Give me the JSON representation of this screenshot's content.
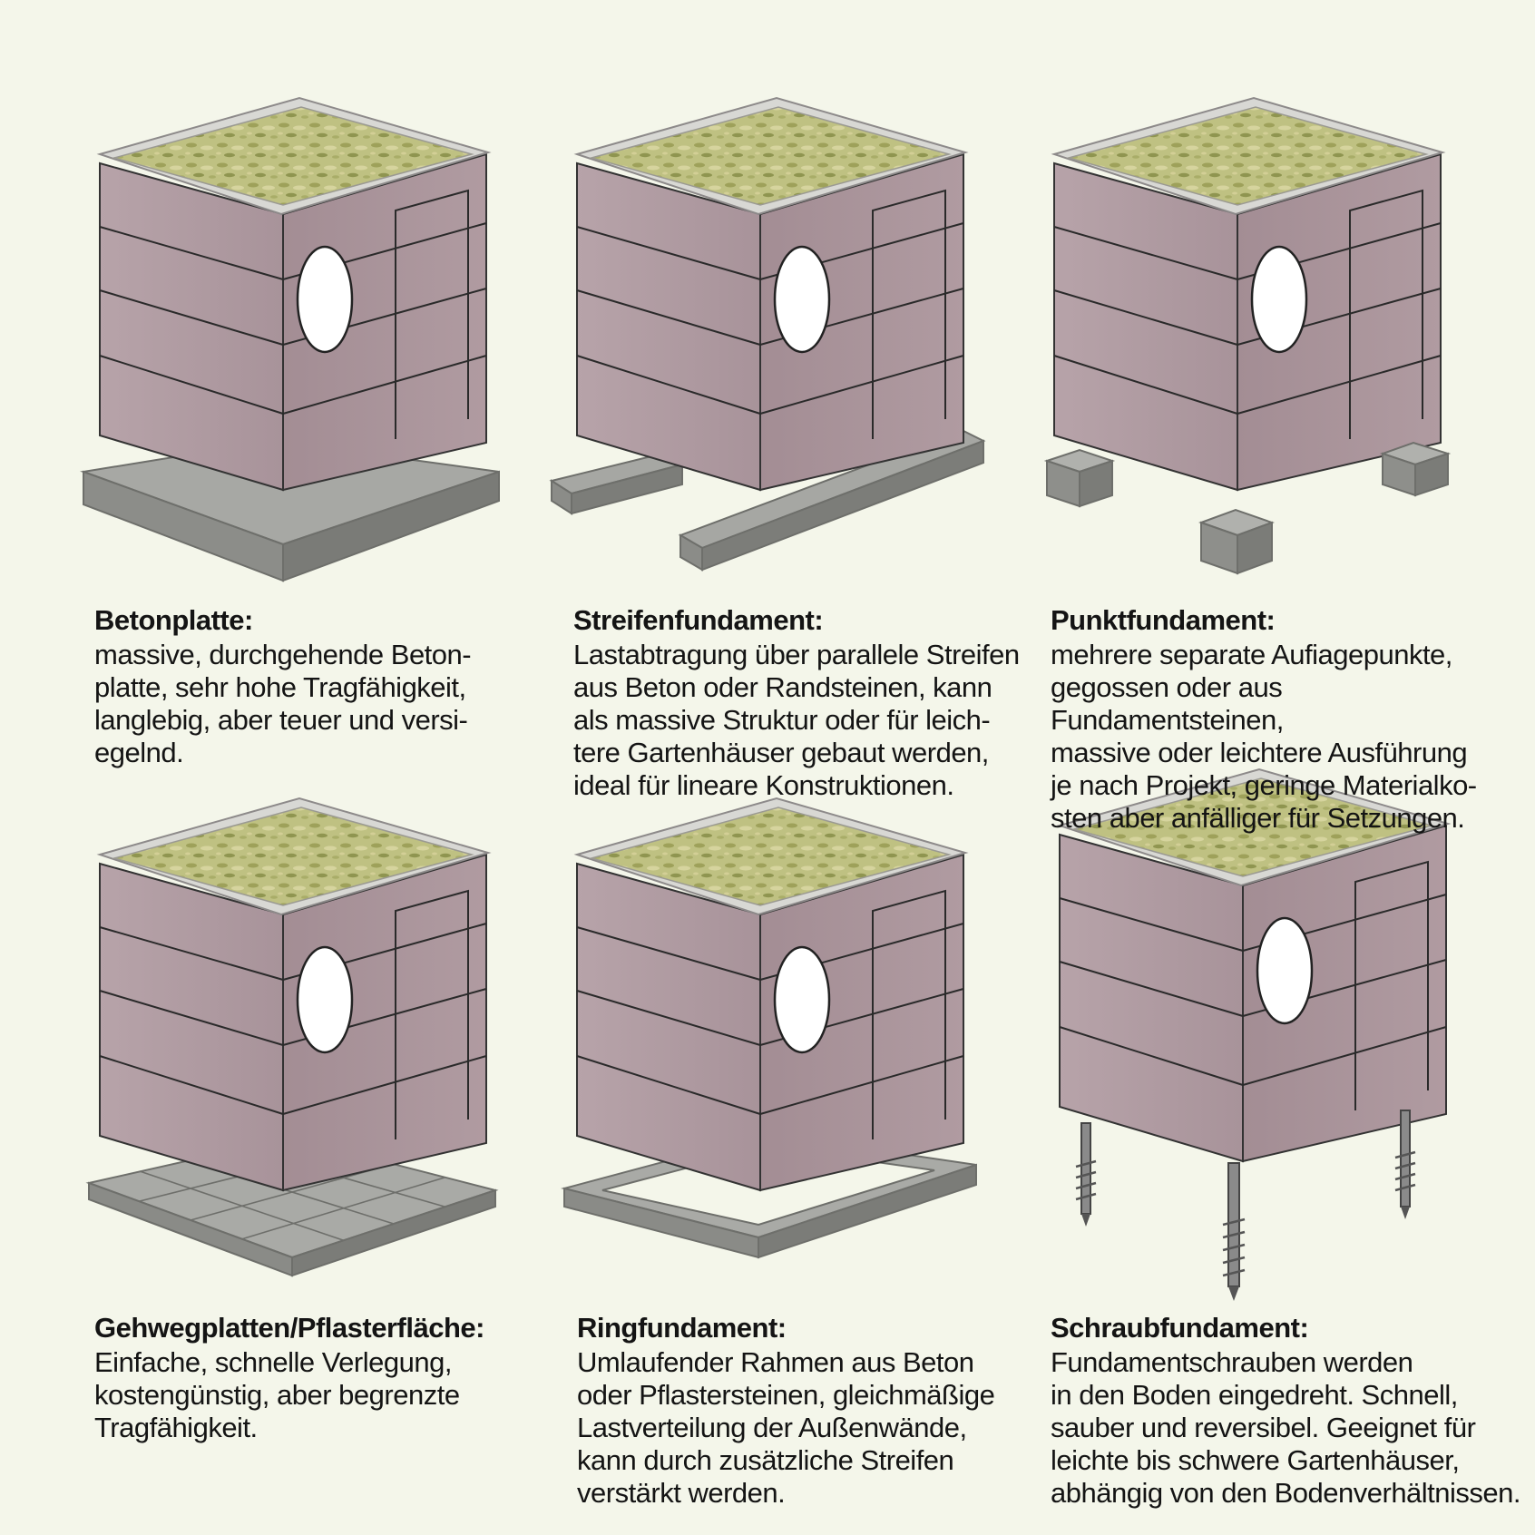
{
  "panels": [
    {
      "id": "betonplatte",
      "title": "Betonplatte:",
      "text": "massive, durchgehende Beton-\nplatte, sehr hohe Tragfähigkeit,\nlanglebig, aber teuer und versi-\negelnd."
    },
    {
      "id": "streifenfundament",
      "title": "Streifenfundament:",
      "text": "Lastabtragung über parallele Streifen\naus Beton oder Randsteinen, kann\nals massive Struktur oder für leich-\ntere Gartenhäuser gebaut werden,\nideal für lineare Konstruktionen."
    },
    {
      "id": "punktfundament",
      "title": "Punktfundament:",
      "text": "mehrere separate Aufiagepunkte,\ngegossen oder aus Fundamentsteinen,\nmassive oder leichtere Ausführung\nje nach Projekt, geringe Materialko-\nsten aber anfälliger für Setzungen."
    },
    {
      "id": "gehwegplatten",
      "title": "Gehwegplatten/Pflasterfläche:",
      "text": "Einfache, schnelle Verlegung,\nkostengünstig, aber begrenzte\nTragfähigkeit."
    },
    {
      "id": "ringfundament",
      "title": "Ringfundament:",
      "text": "Umlaufender Rahmen aus Beton\noder Pflastersteinen, gleichmäßige\nLastverteilung der Außenwände,\nkann durch zusätzliche Streifen\nverstärkt werden."
    },
    {
      "id": "schraubfundament",
      "title": "Schraubfundament:",
      "text": "Fundamentschrauben werden\nin den Boden eingedreht. Schnell,\nsauber und reversibel. Geeignet für\nleichte bis schwere Gartenhäuser,\nabhängig von den Bodenverhältnissen."
    }
  ],
  "colors": {
    "background": "#f4f6ea",
    "wall_front": "#b29ca2",
    "wall_side": "#a58f96",
    "roof_rim": "#d9d9d6",
    "green_roof": "#b6b97a",
    "window": "#ffffff",
    "concrete_top": "#a6a7a3",
    "concrete_side": "#7d7e7a"
  }
}
